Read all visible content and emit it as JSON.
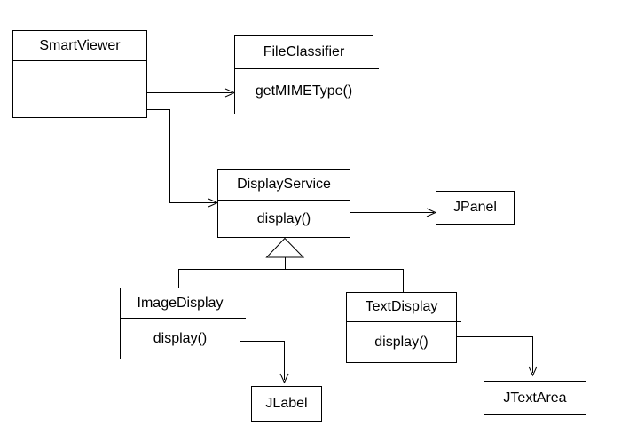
{
  "diagram": {
    "type": "uml-class-diagram",
    "background_color": "#ffffff",
    "line_color": "#000000",
    "nodes": {
      "smart_viewer": {
        "name": "SmartViewer"
      },
      "file_classifier": {
        "name": "FileClassifier",
        "method": "getMIMEType()"
      },
      "display_service": {
        "name": "DisplayService",
        "method": "display()"
      },
      "jpanel": {
        "name": "JPanel"
      },
      "image_display": {
        "name": "ImageDisplay",
        "method": "display()"
      },
      "text_display": {
        "name": "TextDisplay",
        "method": "display()"
      },
      "jlabel": {
        "name": "JLabel"
      },
      "jtextarea": {
        "name": "JTextArea"
      }
    },
    "relations": [
      {
        "from": "SmartViewer",
        "to": "FileClassifier",
        "type": "association-open-arrow"
      },
      {
        "from": "SmartViewer",
        "to": "DisplayService",
        "type": "association-open-arrow"
      },
      {
        "from": "DisplayService",
        "to": "JPanel",
        "type": "association-open-arrow"
      },
      {
        "from": "ImageDisplay",
        "to": "DisplayService",
        "type": "generalization-hollow-triangle"
      },
      {
        "from": "TextDisplay",
        "to": "DisplayService",
        "type": "generalization-hollow-triangle"
      },
      {
        "from": "ImageDisplay",
        "to": "JLabel",
        "type": "association-open-arrow"
      },
      {
        "from": "TextDisplay",
        "to": "JTextArea",
        "type": "association-open-arrow"
      }
    ]
  }
}
